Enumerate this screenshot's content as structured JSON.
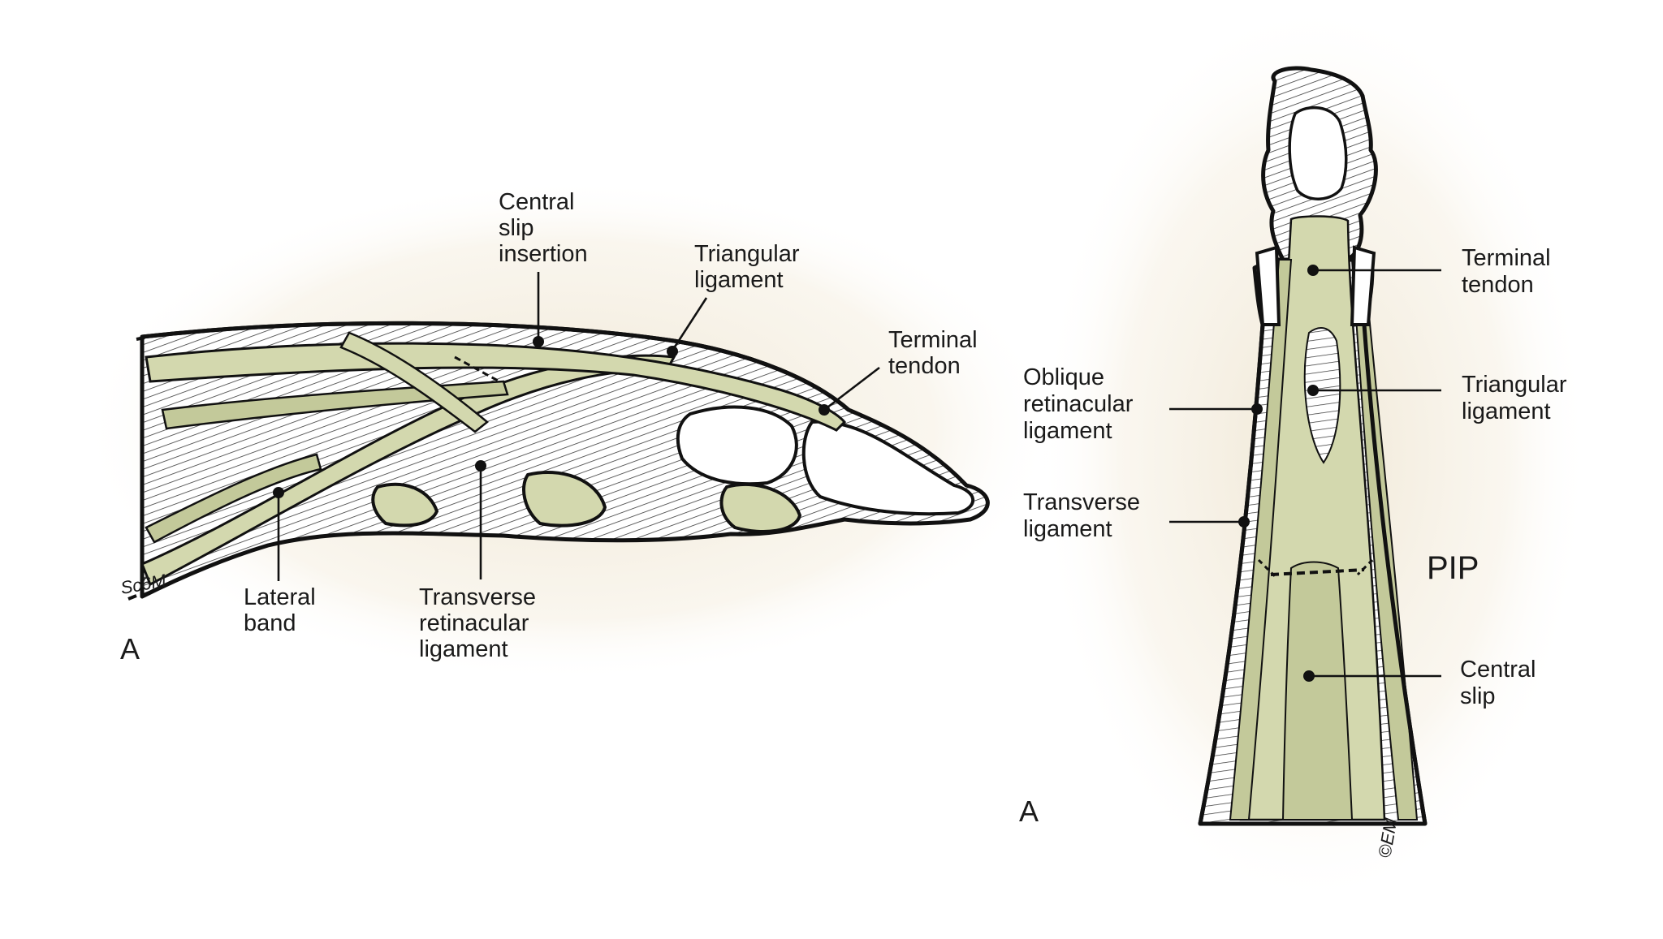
{
  "colors": {
    "tendon": "#d3d8ae",
    "tendon_dark": "#c3c99a",
    "skin_glow": "#efe6d3",
    "outline": "#111111",
    "bone": "#ffffff",
    "label": "#1a1a1a"
  },
  "lateral_view": {
    "panel_letter": "A",
    "labels": {
      "central_slip_insertion": [
        "Central",
        "slip",
        "insertion"
      ],
      "triangular_ligament": [
        "Triangular",
        "ligament"
      ],
      "terminal_tendon": [
        "Terminal",
        "tendon"
      ],
      "lateral_band": [
        "Lateral",
        "band"
      ],
      "transverse_retinacular_ligament": [
        "Transverse",
        "retinacular",
        "ligament"
      ]
    },
    "signature": "Sc6M"
  },
  "dorsal_view": {
    "panel_letter": "A",
    "joint_label": "PIP",
    "labels": {
      "terminal_tendon": [
        "Terminal",
        "tendon"
      ],
      "triangular_ligament": [
        "Triangular",
        "ligament"
      ],
      "oblique_retinacular_ligament": [
        "Oblique",
        "retinacular",
        "ligament"
      ],
      "transverse_ligament": [
        "Transverse",
        "ligament"
      ],
      "central_slip": [
        "Central",
        "slip"
      ]
    },
    "signature": "©EM"
  }
}
